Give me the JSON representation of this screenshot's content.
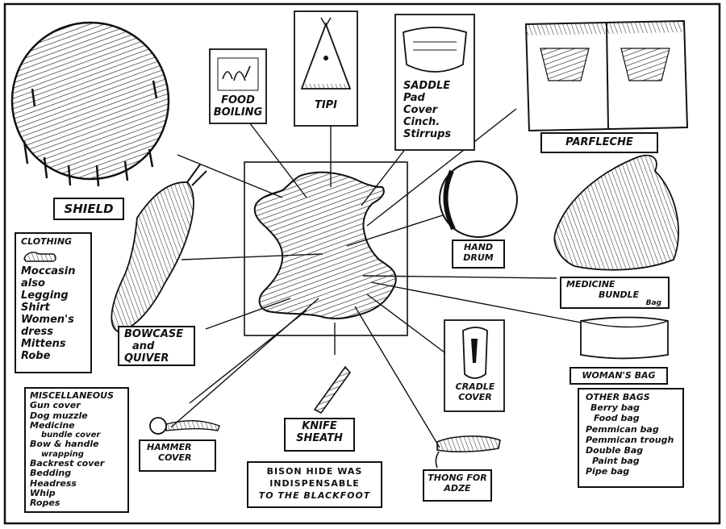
{
  "diagram": {
    "center_item": "bison hide",
    "labels": {
      "shield": "SHIELD",
      "food_boiling": [
        "FOOD",
        "BOILING"
      ],
      "tipi": "TIPI",
      "saddle": [
        "SADDLE",
        "Pad",
        "Cover",
        "Cinch.",
        "Stirrups"
      ],
      "parfleche": "PARFLECHE",
      "hand_drum": [
        "HAND",
        "DRUM"
      ],
      "medicine_bundle": [
        "MEDICINE",
        "BUNDLE",
        "Bag"
      ],
      "clothing": [
        "CLOTHING",
        "Moccasin",
        "also",
        "Legging",
        "Shirt",
        "Women's",
        "dress",
        "Mittens",
        "Robe"
      ],
      "bowcase": [
        "BOWCASE",
        "and",
        "QUIVER"
      ],
      "womans_bag": "WOMAN'S BAG",
      "cradle_cover": [
        "CRADLE",
        "COVER"
      ],
      "miscellaneous": [
        "MISCELLANEOUS",
        "Gun cover",
        "Dog muzzle",
        "Medicine",
        "bundle cover",
        "Bow & handle",
        "wrapping",
        "Backrest cover",
        "Bedding",
        "Headress",
        "Whip",
        "Ropes"
      ],
      "hammer_cover": [
        "HAMMER",
        "COVER"
      ],
      "knife_sheath": [
        "KNIFE",
        "SHEATH"
      ],
      "thong_adze": [
        "THONG FOR",
        "ADZE"
      ],
      "other_bags": [
        "OTHER BAGS",
        "Berry bag",
        "Food bag",
        "Pemmican bag",
        "Pemmican trough",
        "Double Bag",
        "Paint bag",
        "Pipe bag"
      ],
      "caption": [
        "BISON HIDE WAS",
        "INDISPENSABLE",
        "TO THE BLACKFOOT"
      ]
    }
  }
}
